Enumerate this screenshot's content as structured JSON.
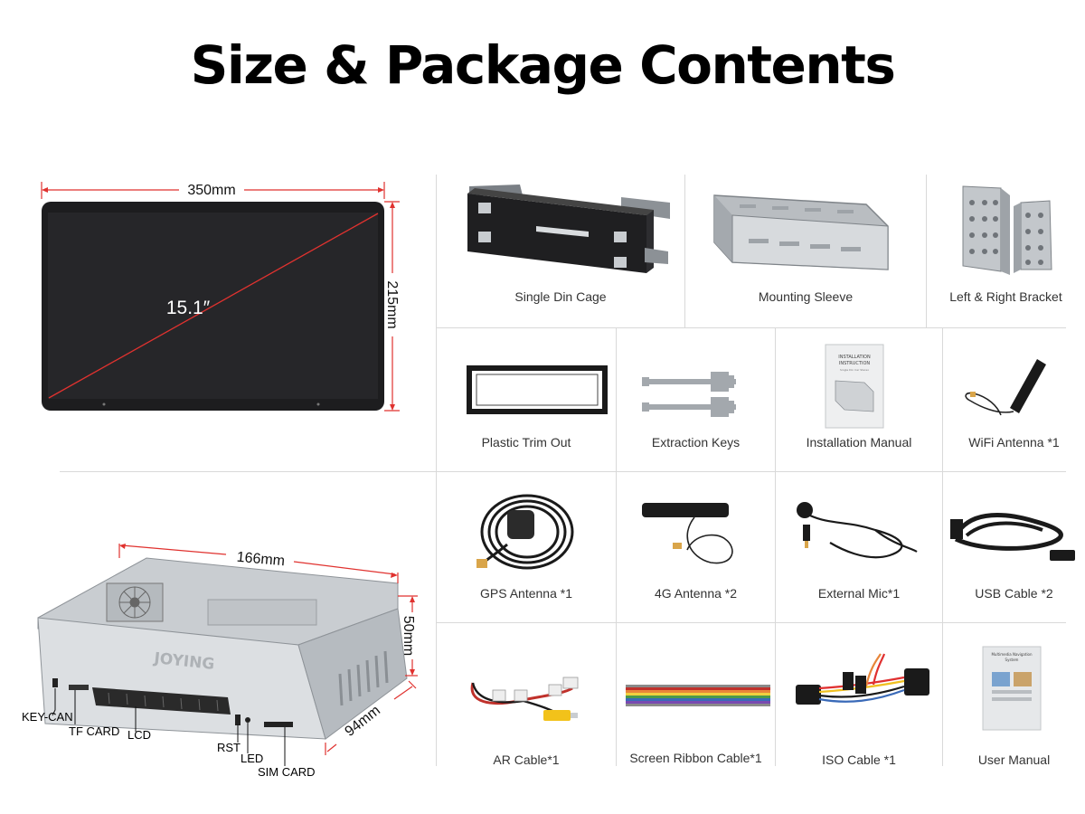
{
  "title": "Size & Package Contents",
  "screen": {
    "diagonal": "15.1″",
    "width": "350mm",
    "height": "215mm"
  },
  "unit": {
    "brand": "JOYING",
    "length": "166mm",
    "height": "50mm",
    "depth": "94mm",
    "ports": {
      "key_can": "KEY-CAN",
      "tf_card": "TF CARD",
      "lcd": "LCD",
      "rst": "RST",
      "led": "LED",
      "sim_card": "SIM CARD"
    }
  },
  "items": [
    {
      "label": "Single Din Cage",
      "icon": "single-din-cage-icon"
    },
    {
      "label": "Mounting Sleeve",
      "icon": "mounting-sleeve-icon"
    },
    {
      "label": "Left & Right Bracket",
      "icon": "bracket-icon"
    },
    {
      "label": "Plastic Trim Out",
      "icon": "trim-frame-icon"
    },
    {
      "label": "Extraction Keys",
      "icon": "extraction-keys-icon"
    },
    {
      "label": "Installation Manual",
      "icon": "manual-icon",
      "cover": [
        "INSTALLATION",
        "INSTRUCTION",
        "Single Din Car Stereo"
      ]
    },
    {
      "label": "WiFi Antenna *1",
      "icon": "wifi-antenna-icon"
    },
    {
      "label": "GPS Antenna *1",
      "icon": "gps-antenna-icon"
    },
    {
      "label": "4G Antenna *2",
      "icon": "4g-antenna-icon"
    },
    {
      "label": "External Mic*1",
      "icon": "microphone-icon"
    },
    {
      "label": "USB Cable *2",
      "icon": "usb-cable-icon"
    },
    {
      "label": "AR Cable*1",
      "icon": "ar-cable-icon"
    },
    {
      "label": "Screen Ribbon Cable*1",
      "icon": "ribbon-cable-icon"
    },
    {
      "label": "ISO Cable *1",
      "icon": "iso-cable-icon"
    },
    {
      "label": "User Manual",
      "icon": "user-manual-icon",
      "cover": [
        "Multimedia Navigation",
        "System"
      ]
    }
  ],
  "colors": {
    "dimension": "#e0322f",
    "title": "#000000",
    "divider": "#d9d9d9",
    "gps_plug": "#d9a54a",
    "rca_yellow": "#f2c21a"
  }
}
